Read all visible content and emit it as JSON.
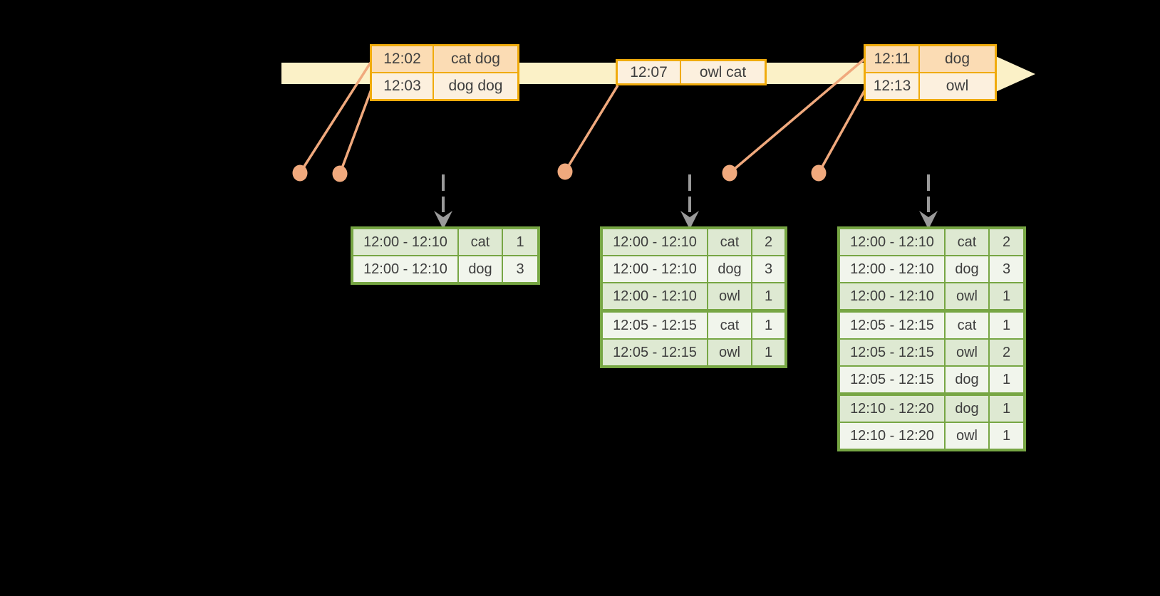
{
  "colors": {
    "background": "#000000",
    "gold_border": "#F0AB0C",
    "peach_dark": "#FBDCB4",
    "peach_light": "#FCF0DE",
    "timeline_fill": "#FBF1C7",
    "salmon": "#F0A97D",
    "arrow_gray": "#9A9A9A",
    "green_border": "#77A644",
    "green_row_dark": "#DEE9D2",
    "green_row_light": "#F1F5EC",
    "text": "#3E3E3E"
  },
  "event_boxes": [
    {
      "rows": [
        {
          "time": "12:02",
          "words": "cat dog",
          "tint": "dark"
        },
        {
          "time": "12:03",
          "words": "dog dog",
          "tint": "light"
        }
      ]
    },
    {
      "rows": [
        {
          "time": "12:07",
          "words": "owl cat",
          "tint": "light"
        }
      ]
    },
    {
      "rows": [
        {
          "time": "12:11",
          "words": "dog",
          "tint": "dark"
        },
        {
          "time": "12:13",
          "words": "owl",
          "tint": "light"
        }
      ]
    }
  ],
  "result_tables": [
    {
      "groups": [
        [
          {
            "window": "12:00 - 12:10",
            "word": "cat",
            "count": "1"
          },
          {
            "window": "12:00 - 12:10",
            "word": "dog",
            "count": "3"
          }
        ]
      ]
    },
    {
      "groups": [
        [
          {
            "window": "12:00 - 12:10",
            "word": "cat",
            "count": "2"
          },
          {
            "window": "12:00 - 12:10",
            "word": "dog",
            "count": "3"
          },
          {
            "window": "12:00 - 12:10",
            "word": "owl",
            "count": "1"
          }
        ],
        [
          {
            "window": "12:05 - 12:15",
            "word": "cat",
            "count": "1"
          },
          {
            "window": "12:05 - 12:15",
            "word": "owl",
            "count": "1"
          }
        ]
      ]
    },
    {
      "groups": [
        [
          {
            "window": "12:00 - 12:10",
            "word": "cat",
            "count": "2"
          },
          {
            "window": "12:00 - 12:10",
            "word": "dog",
            "count": "3"
          },
          {
            "window": "12:00 - 12:10",
            "word": "owl",
            "count": "1"
          }
        ],
        [
          {
            "window": "12:05 - 12:15",
            "word": "cat",
            "count": "1"
          },
          {
            "window": "12:05 - 12:15",
            "word": "owl",
            "count": "2"
          },
          {
            "window": "12:05 - 12:15",
            "word": "dog",
            "count": "1"
          }
        ],
        [
          {
            "window": "12:10 - 12:20",
            "word": "dog",
            "count": "1"
          },
          {
            "window": "12:10 - 12:20",
            "word": "owl",
            "count": "1"
          }
        ]
      ]
    }
  ]
}
